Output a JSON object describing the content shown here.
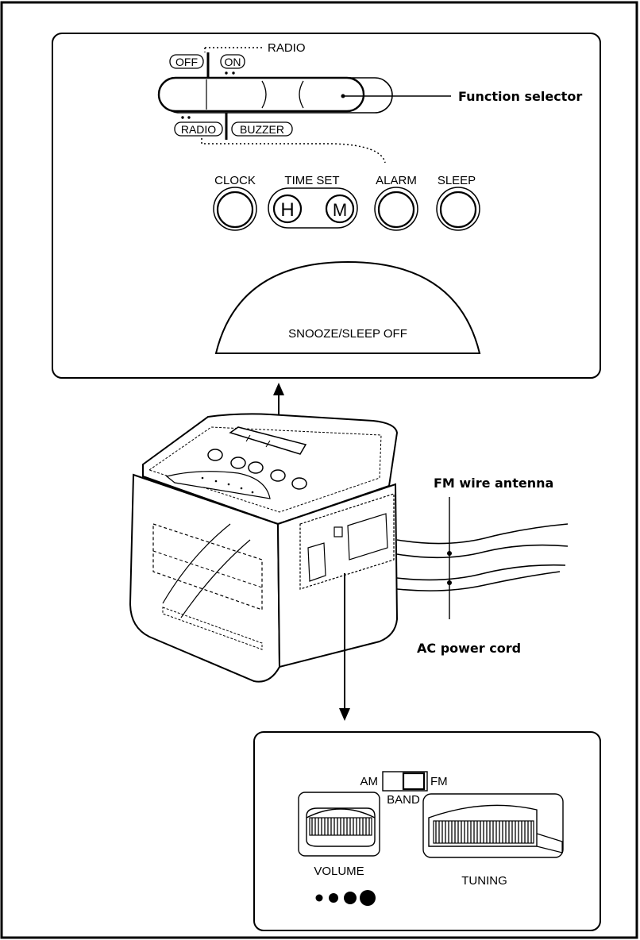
{
  "top_panel": {
    "radio_top": "RADIO",
    "off": "OFF",
    "on": "ON",
    "radio_bottom": "RADIO",
    "buzzer": "BUZZER",
    "function_selector": "Function selector",
    "clock": "CLOCK",
    "time_set": "TIME SET",
    "h": "H",
    "m": "M",
    "alarm": "ALARM",
    "sleep": "SLEEP",
    "snooze": "SNOOZE/SLEEP OFF"
  },
  "callouts": {
    "fm_antenna": "FM wire antenna",
    "ac_cord": "AC power cord"
  },
  "bottom_panel": {
    "am": "AM",
    "fm": "FM",
    "band": "BAND",
    "volume": "VOLUME",
    "tuning": "TUNING"
  }
}
